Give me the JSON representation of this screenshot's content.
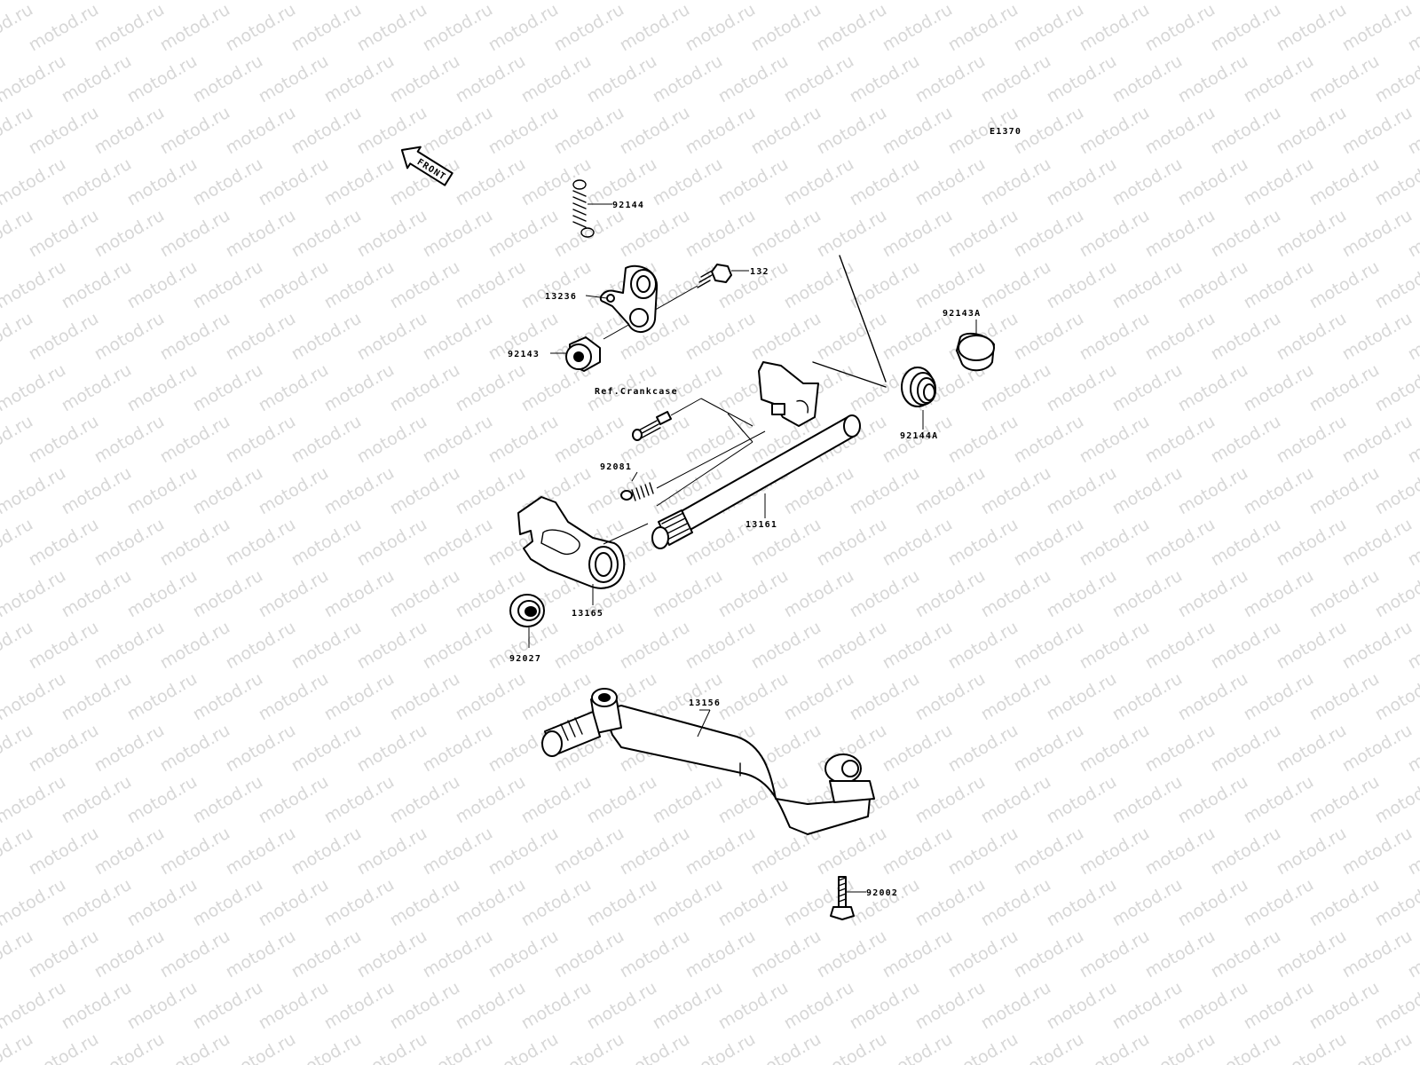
{
  "diagram": {
    "code": "E1370",
    "front_arrow_text": "FRONT",
    "watermark_text": "motod.ru",
    "parts": {
      "p92144": "92144",
      "p132": "132",
      "p13236": "13236",
      "p92143": "92143",
      "p92143A": "92143A",
      "ref": "Ref.Crankcase",
      "p92081": "92081",
      "p92144A": "92144A",
      "p13161": "13161",
      "p13165": "13165",
      "p92027": "92027",
      "p13156": "13156",
      "p92002": "92002"
    }
  }
}
